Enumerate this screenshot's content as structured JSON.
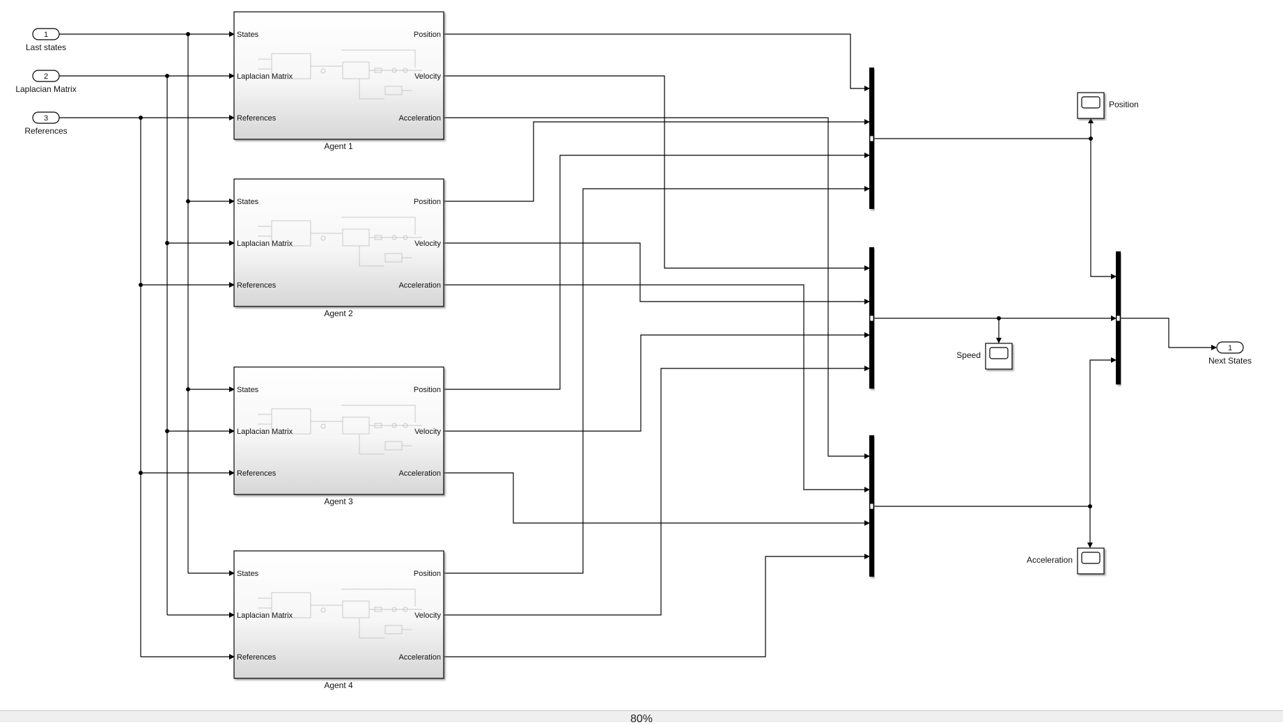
{
  "inports": [
    {
      "number": "1",
      "label": "Last states"
    },
    {
      "number": "2",
      "label": "Laplacian Matrix"
    },
    {
      "number": "3",
      "label": "References"
    }
  ],
  "agents": [
    {
      "name": "Agent 1"
    },
    {
      "name": "Agent 2"
    },
    {
      "name": "Agent 3"
    },
    {
      "name": "Agent 4"
    }
  ],
  "agent_ports": {
    "inputs": [
      "States",
      "Laplacian Matrix",
      "References"
    ],
    "outputs": [
      "Position",
      "Velocity",
      "Acceleration"
    ]
  },
  "scopes": [
    {
      "label": "Position"
    },
    {
      "label": "Speed"
    },
    {
      "label": "Acceleration"
    }
  ],
  "outport": {
    "number": "1",
    "label": "Next States"
  },
  "statusbar": {
    "zoom": "80%"
  }
}
